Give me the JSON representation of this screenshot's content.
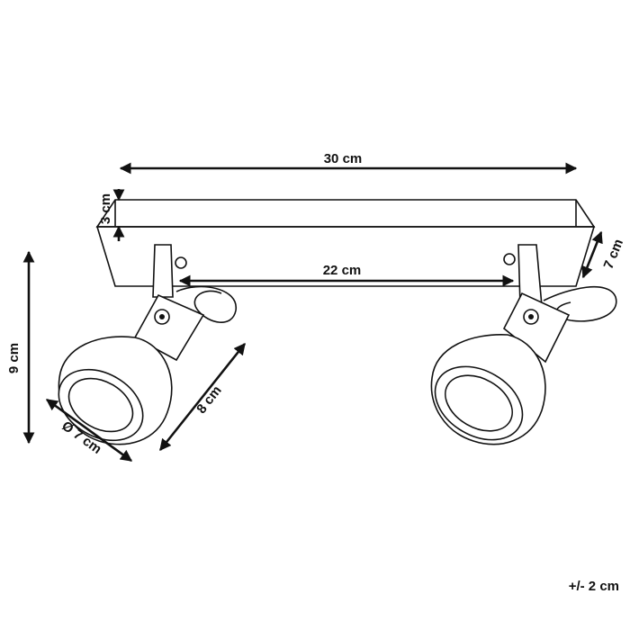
{
  "dimensions": {
    "total_width": "30 cm",
    "base_height": "3 cm",
    "spot_spacing": "22 cm",
    "base_depth": "7 cm",
    "overall_height": "9 cm",
    "shade_diameter": "Ø 7 cm",
    "shade_length": "8 cm"
  },
  "tolerance": "+/- 2 cm"
}
